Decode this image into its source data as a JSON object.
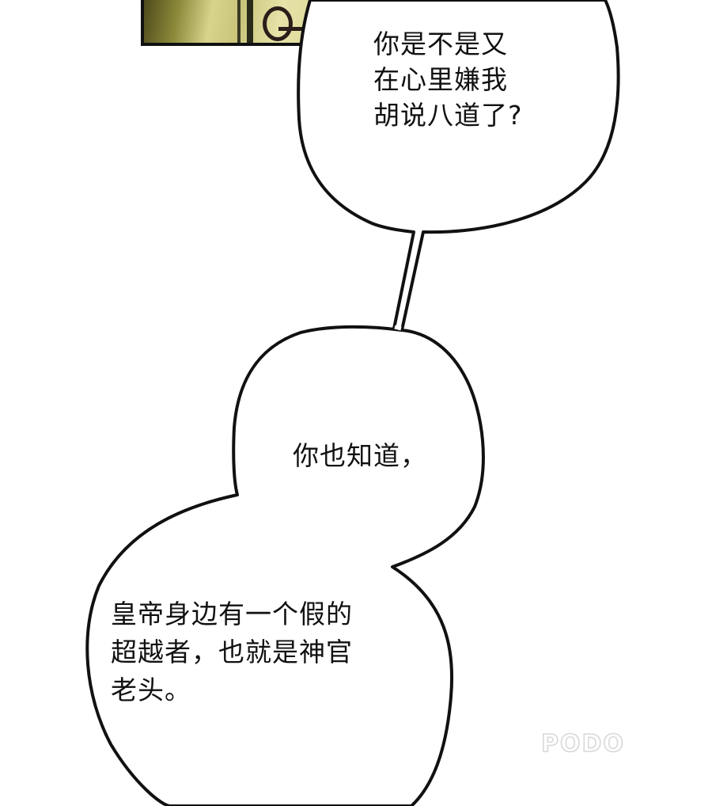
{
  "page": {
    "type": "comic-panel",
    "background": "#ffffff"
  },
  "bubbles": [
    {
      "id": "bubble-1",
      "text": "你是不是又\n在心里嫌我\n胡说八道了?"
    },
    {
      "id": "bubble-2",
      "text": "你也知道，"
    },
    {
      "id": "bubble-3",
      "text": "皇帝身边有一个假的\n超越者，也就是神官\n老头。"
    }
  ],
  "watermark": {
    "text": "PODO",
    "color": "#d8d8d8"
  },
  "colors": {
    "outline": "#111111",
    "panel_tone": "#d8d48c"
  }
}
